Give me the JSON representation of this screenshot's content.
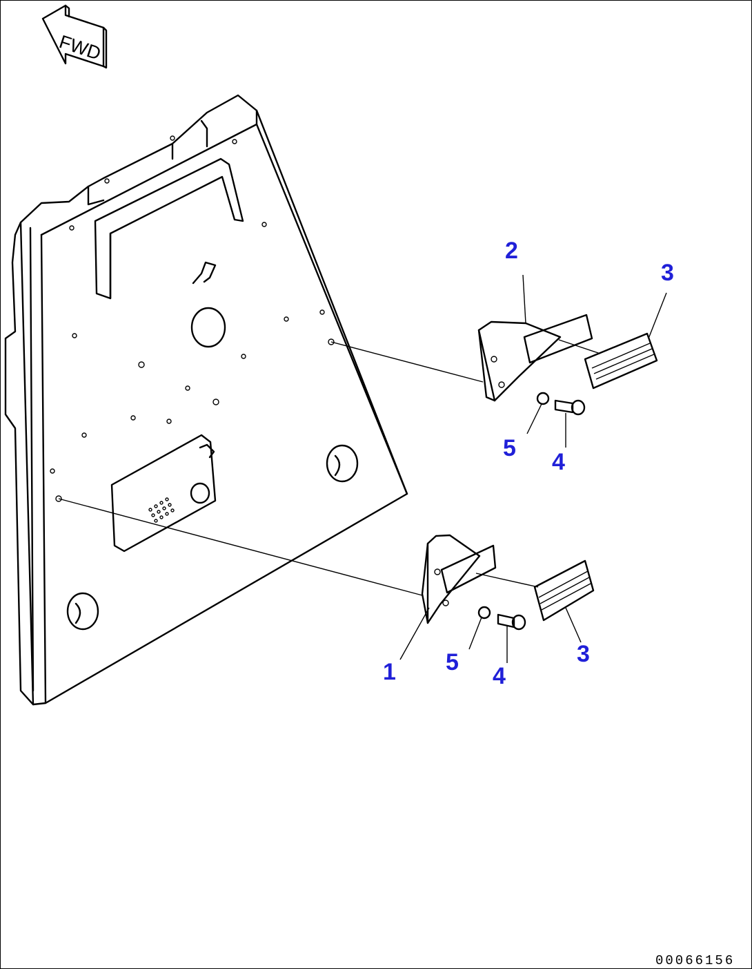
{
  "direction_label": "FWD",
  "drawing_number": "00066156",
  "callouts": {
    "part_1": "1",
    "part_2": "2",
    "part_3_upper": "3",
    "part_3_lower": "3",
    "part_4_upper": "4",
    "part_4_lower": "4",
    "part_5_upper": "5",
    "part_5_lower": "5"
  },
  "colors": {
    "callout": "#2020d8",
    "line": "#000000"
  }
}
